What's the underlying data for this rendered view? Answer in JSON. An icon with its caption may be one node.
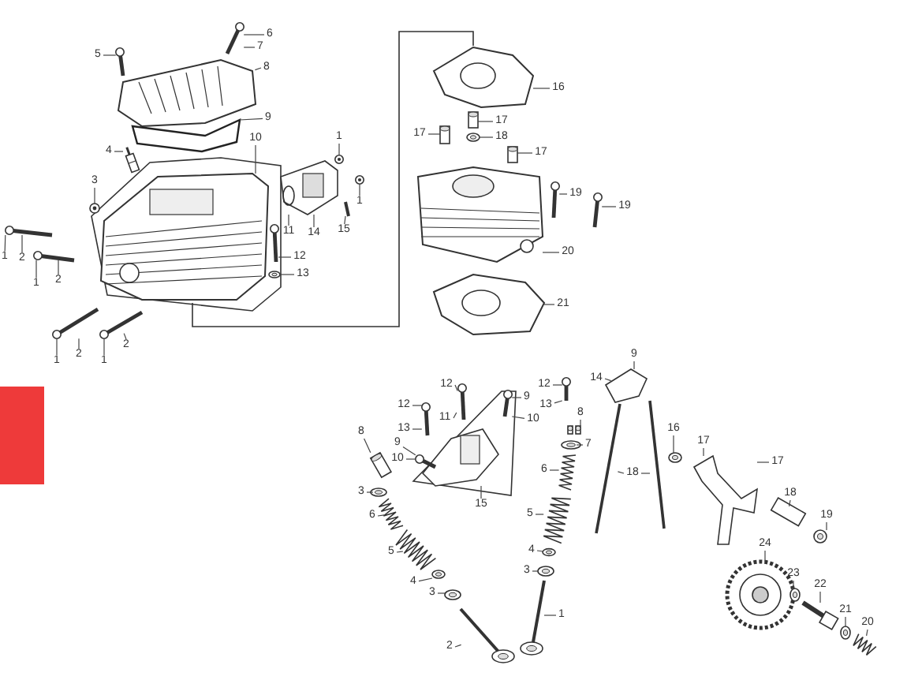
{
  "diagram": {
    "nodes": [
      {
        "text": [
          "5"
        ]
      },
      {
        "text": [
          "6"
        ]
      },
      {
        "text": [
          "7"
        ]
      },
      {
        "text": [
          "8"
        ]
      },
      {
        "text": [
          "4"
        ]
      },
      {
        "text": [
          "10"
        ]
      },
      {
        "text": [
          "9"
        ]
      },
      {
        "text": [
          "1"
        ]
      },
      {
        "text": [
          "3"
        ]
      },
      {
        "text": [
          "1"
        ]
      },
      {
        "text": [
          "1"
        ]
      },
      {
        "text": [
          "2"
        ]
      },
      {
        "text": [
          "1"
        ]
      },
      {
        "text": [
          "2"
        ]
      },
      {
        "text": [
          "11"
        ]
      },
      {
        "text": [
          "14"
        ]
      },
      {
        "text": [
          "15"
        ]
      },
      {
        "text": [
          "12"
        ]
      },
      {
        "text": [
          "13"
        ]
      },
      {
        "text": [
          "2"
        ]
      },
      {
        "text": [
          "2"
        ]
      },
      {
        "text": [
          "1"
        ]
      },
      {
        "text": [
          "1"
        ]
      },
      {
        "text": [
          "16"
        ]
      },
      {
        "text": [
          "17"
        ]
      },
      {
        "text": [
          "17"
        ]
      },
      {
        "text": [
          "18"
        ]
      },
      {
        "text": [
          "17"
        ]
      },
      {
        "text": [
          "19"
        ]
      },
      {
        "text": [
          "19"
        ]
      },
      {
        "text": [
          "20"
        ]
      },
      {
        "text": [
          "21"
        ]
      },
      {
        "text": [
          "12"
        ]
      },
      {
        "text": [
          "12"
        ]
      },
      {
        "text": [
          "11"
        ]
      },
      {
        "text": [
          "13"
        ]
      },
      {
        "text": [
          "8"
        ]
      },
      {
        "text": [
          "9"
        ]
      },
      {
        "text": [
          "10"
        ]
      },
      {
        "text": [
          "9"
        ]
      },
      {
        "text": [
          "10"
        ]
      },
      {
        "text": [
          "15"
        ]
      },
      {
        "text": [
          "3"
        ]
      },
      {
        "text": [
          "6"
        ]
      },
      {
        "text": [
          "5"
        ]
      },
      {
        "text": [
          "4"
        ]
      },
      {
        "text": [
          "3"
        ]
      },
      {
        "text": [
          "2"
        ]
      },
      {
        "text": [
          "12"
        ]
      },
      {
        "text": [
          "13"
        ]
      },
      {
        "text": [
          "8"
        ]
      },
      {
        "text": [
          "7"
        ]
      },
      {
        "text": [
          "6"
        ]
      },
      {
        "text": [
          "5"
        ]
      },
      {
        "text": [
          "4"
        ]
      },
      {
        "text": [
          "3"
        ]
      },
      {
        "text": [
          "1"
        ]
      },
      {
        "text": [
          "14"
        ]
      },
      {
        "text": [
          "9"
        ]
      },
      {
        "text": [
          "18"
        ]
      },
      {
        "text": [
          "16"
        ]
      },
      {
        "text": [
          "17"
        ]
      },
      {
        "text": [
          "17"
        ]
      },
      {
        "text": [
          "18"
        ]
      },
      {
        "text": [
          "19"
        ]
      },
      {
        "text": [
          "24"
        ]
      },
      {
        "text": [
          "23"
        ]
      },
      {
        "text": [
          "22"
        ]
      },
      {
        "text": [
          "21"
        ]
      },
      {
        "text": [
          "20"
        ]
      },
      {
        "text": [],
        "shape": "picture"
      },
      {
        "text": [],
        "shape": "picture"
      },
      {
        "text": [],
        "shape": "picture"
      },
      {
        "text": [],
        "shape": "picture"
      },
      {
        "text": [],
        "shape": "picture"
      },
      {
        "text": [],
        "shape": "picture"
      },
      {
        "text": [],
        "shape": "picture"
      },
      {
        "text": [],
        "shape": "picture"
      },
      {
        "text": [],
        "shape": "picture"
      },
      {
        "text": [],
        "shape": "picture"
      },
      {
        "text": [],
        "shape": "picture"
      },
      {
        "text": [],
        "shape": "picture"
      },
      {
        "text": [],
        "shape": "picture"
      },
      {
        "text": [],
        "shape": "picture"
      },
      {
        "text": [],
        "shape": "picture"
      },
      {
        "text": [],
        "shape": "picture"
      },
      {
        "text": [],
        "shape": "picture"
      },
      {
        "text": [],
        "shape": "picture"
      },
      {
        "text": [],
        "shape": "picture"
      },
      {
        "text": [],
        "shape": "picture"
      },
      {
        "text": [],
        "shape": "picture"
      },
      {
        "text": [],
        "shape": "picture"
      },
      {
        "text": [],
        "shape": "picture"
      },
      {
        "text": [],
        "shape": "picture"
      },
      {
        "text": [],
        "shape": "picture"
      },
      {
        "text": [],
        "shape": "picture"
      },
      {
        "text": [],
        "shape": "picture"
      },
      {
        "text": [],
        "shape": "picture"
      },
      {
        "text": [],
        "shape": "picture"
      },
      {
        "text": [],
        "shape": "picture"
      },
      {
        "text": [],
        "shape": "picture"
      },
      {
        "text": [],
        "shape": "picture"
      },
      {
        "text": [],
        "shape": "picture"
      },
      {
        "text": [],
        "shape": "picture"
      },
      {
        "text": [],
        "shape": "picture"
      },
      {
        "text": [],
        "shape": "picture"
      },
      {
        "text": [],
        "shape": "picture"
      },
      {
        "text": [],
        "shape": "picture"
      },
      {
        "text": [],
        "shape": "picture"
      },
      {
        "text": [],
        "shape": "picture"
      },
      {
        "text": [],
        "shape": "picture"
      },
      {
        "text": [],
        "shape": "picture"
      },
      {
        "text": [],
        "shape": "picture"
      },
      {
        "text": [],
        "shape": "picture"
      },
      {
        "text": [],
        "shape": "picture"
      },
      {
        "text": [],
        "shape": "picture"
      },
      {
        "text": [],
        "shape": "picture"
      },
      {
        "text": [],
        "shape": "picture"
      },
      {
        "text": [],
        "shape": "picture"
      },
      {
        "text": [],
        "shape": "picture"
      },
      {
        "text": [],
        "shape": "picture"
      },
      {
        "text": [],
        "shape": "picture"
      },
      {
        "text": [],
        "shape": "picture"
      },
      {
        "text": [],
        "shape": "picture"
      },
      {
        "text": [],
        "shape": "picture"
      },
      {
        "text": [],
        "shape": "picture"
      },
      {
        "text": [],
        "shape": "picture"
      },
      {
        "text": [],
        "shape": "picture"
      }
    ],
    "edges": [
      {
        "from": 0,
        "to": 72,
        "arrow": "none"
      },
      {
        "from": 1,
        "to": 73,
        "arrow": "none"
      },
      {
        "from": 2,
        "to": 73,
        "arrow": "none"
      },
      {
        "from": 3,
        "to": 70,
        "arrow": "none"
      },
      {
        "from": 4,
        "to": 74,
        "arrow": "none"
      },
      {
        "from": 5,
        "to": 75,
        "arrow": "none"
      },
      {
        "from": 6,
        "to": 71,
        "arrow": "none"
      },
      {
        "from": 7,
        "to": 78,
        "arrow": "none"
      },
      {
        "from": 8,
        "to": 76,
        "arrow": "none"
      },
      {
        "from": 9,
        "to": 79,
        "arrow": "none"
      },
      {
        "from": 10,
        "to": 82,
        "arrow": "none"
      },
      {
        "from": 11,
        "to": 82,
        "arrow": "none"
      },
      {
        "from": 12,
        "to": 83,
        "arrow": "none"
      },
      {
        "from": 13,
        "to": 83,
        "arrow": "none"
      },
      {
        "from": 14,
        "to": 77,
        "arrow": "none"
      },
      {
        "from": 15,
        "to": 77,
        "arrow": "none"
      },
      {
        "from": 16,
        "to": 86,
        "arrow": "none"
      },
      {
        "from": 17,
        "to": 80,
        "arrow": "none"
      },
      {
        "from": 18,
        "to": 81,
        "arrow": "none"
      },
      {
        "from": 19,
        "to": 84,
        "arrow": "none"
      },
      {
        "from": 20,
        "to": 85,
        "arrow": "none"
      },
      {
        "from": 21,
        "to": 84,
        "arrow": "none"
      },
      {
        "from": 22,
        "to": 85,
        "arrow": "none"
      },
      {
        "from": 23,
        "to": 87,
        "arrow": "none"
      },
      {
        "from": 24,
        "to": 88,
        "arrow": "none"
      },
      {
        "from": 25,
        "to": 89,
        "arrow": "none"
      },
      {
        "from": 26,
        "to": 90,
        "arrow": "none"
      },
      {
        "from": 27,
        "to": 91,
        "arrow": "none"
      },
      {
        "from": 28,
        "to": 93,
        "arrow": "none"
      },
      {
        "from": 29,
        "to": 94,
        "arrow": "none"
      },
      {
        "from": 30,
        "to": 92,
        "arrow": "none"
      },
      {
        "from": 31,
        "to": 95,
        "arrow": "none"
      },
      {
        "from": 32,
        "to": 97,
        "arrow": "none"
      },
      {
        "from": 33,
        "to": 98,
        "arrow": "none"
      },
      {
        "from": 34,
        "to": 97,
        "arrow": "none"
      },
      {
        "from": 35,
        "to": 98,
        "arrow": "none"
      },
      {
        "from": 36,
        "to": 101,
        "arrow": "none"
      },
      {
        "from": 37,
        "to": 100,
        "arrow": "none"
      },
      {
        "from": 38,
        "to": 100,
        "arrow": "none"
      },
      {
        "from": 39,
        "to": 99,
        "arrow": "none"
      },
      {
        "from": 40,
        "to": 99,
        "arrow": "none"
      },
      {
        "from": 41,
        "to": 96,
        "arrow": "none"
      },
      {
        "from": 42,
        "to": 102,
        "arrow": "none"
      },
      {
        "from": 43,
        "to": 103,
        "arrow": "none"
      },
      {
        "from": 44,
        "to": 104,
        "arrow": "none"
      },
      {
        "from": 45,
        "to": 105,
        "arrow": "none"
      },
      {
        "from": 46,
        "to": 106,
        "arrow": "none"
      },
      {
        "from": 47,
        "to": 107,
        "arrow": "none"
      },
      {
        "from": 48,
        "to": 108,
        "arrow": "none"
      },
      {
        "from": 49,
        "to": 108,
        "arrow": "none"
      },
      {
        "from": 50,
        "to": 109,
        "arrow": "none"
      },
      {
        "from": 51,
        "to": 110,
        "arrow": "none"
      },
      {
        "from": 52,
        "to": 111,
        "arrow": "none"
      },
      {
        "from": 53,
        "to": 112,
        "arrow": "none"
      },
      {
        "from": 54,
        "to": 113,
        "arrow": "none"
      },
      {
        "from": 55,
        "to": 114,
        "arrow": "none"
      },
      {
        "from": 56,
        "to": 115,
        "arrow": "none"
      },
      {
        "from": 57,
        "to": 116,
        "arrow": "none"
      },
      {
        "from": 58,
        "to": 116,
        "arrow": "none"
      },
      {
        "from": 59,
        "to": 117,
        "arrow": "none"
      },
      {
        "from": 59,
        "to": 118,
        "arrow": "none"
      },
      {
        "from": 60,
        "to": 119,
        "arrow": "none"
      },
      {
        "from": 61,
        "to": 120,
        "arrow": "none"
      },
      {
        "from": 62,
        "to": 120,
        "arrow": "none"
      },
      {
        "from": 63,
        "to": 121,
        "arrow": "none"
      },
      {
        "from": 64,
        "to": 122,
        "arrow": "none"
      },
      {
        "from": 65,
        "to": 123,
        "arrow": "none"
      },
      {
        "from": 66,
        "to": 124,
        "arrow": "none"
      },
      {
        "from": 67,
        "to": 125,
        "arrow": "none"
      },
      {
        "from": 68,
        "to": 126,
        "arrow": "none"
      },
      {
        "from": 69,
        "to": 127,
        "arrow": "none"
      }
    ]
  }
}
